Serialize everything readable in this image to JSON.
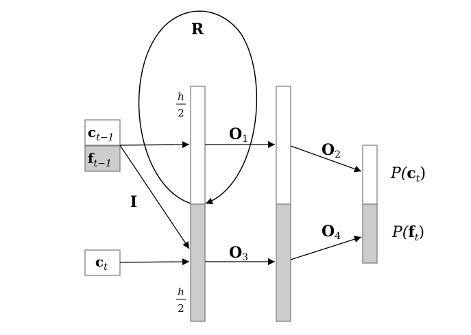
{
  "diagram": {
    "labels": {
      "recurrent": "R",
      "input": "I",
      "o1": {
        "base": "O",
        "sub": "1"
      },
      "o2": {
        "base": "O",
        "sub": "2"
      },
      "o3": {
        "base": "O",
        "sub": "3"
      },
      "o4": {
        "base": "O",
        "sub": "4"
      },
      "half_top": {
        "num": "h",
        "den": "2"
      },
      "half_bottom": {
        "num": "h",
        "den": "2"
      }
    },
    "inputs": {
      "c_prev": {
        "base": "c",
        "sub": "t−1"
      },
      "f_prev": {
        "base": "f",
        "sub": "t−1"
      },
      "c_t": {
        "base": "c",
        "sub": "t"
      }
    },
    "outputs": {
      "p_c": {
        "fn": "P(",
        "base": "c",
        "sub": "t",
        "close": ")"
      },
      "p_f": {
        "fn": "P(",
        "base": "f",
        "sub": "t",
        "close": ")"
      }
    },
    "colors": {
      "gray_fill": "#cccccc",
      "box_stroke": "#808080",
      "line": "#000000"
    }
  }
}
